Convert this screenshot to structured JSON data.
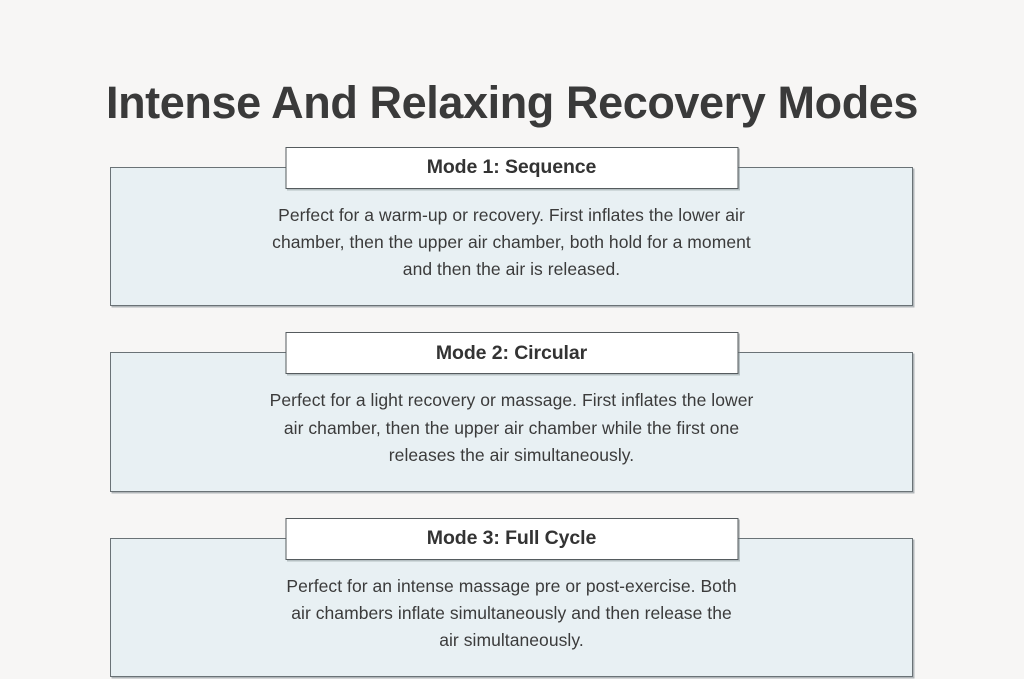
{
  "page": {
    "title": "Intense And Relaxing Recovery Modes",
    "background_color": "#f7f6f5",
    "title_color": "#3a3a3a",
    "card_fill_color": "#e8f0f3",
    "card_border_color": "#6a7276",
    "header_fill_color": "#ffffff",
    "header_border_color": "#555b5e",
    "body_text_color": "#3b3b3b"
  },
  "cards": [
    {
      "header": "Mode 1: Sequence",
      "lines": [
        "Perfect for a warm-up or recovery. First inflates the lower air",
        "chamber, then the upper air chamber, both hold for a moment",
        "and then the air is released."
      ]
    },
    {
      "header": "Mode 2: Circular",
      "lines": [
        "Perfect for a light recovery or massage. First inflates the lower",
        "air chamber, then the upper air chamber while the first one",
        "releases the air simultaneously."
      ]
    },
    {
      "header": "Mode 3: Full Cycle",
      "lines": [
        "Perfect for an intense massage pre or post-exercise. Both",
        "air chambers inflate simultaneously and then release the",
        "air simultaneously."
      ]
    }
  ]
}
